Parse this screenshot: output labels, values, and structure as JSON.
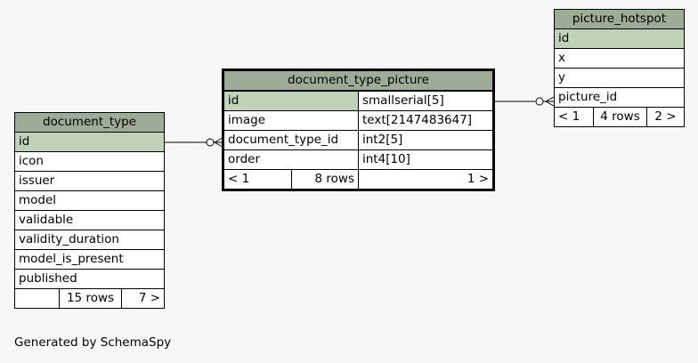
{
  "tables": {
    "document_type": {
      "name": "document_type",
      "columns": [
        "id",
        "icon",
        "issuer",
        "model",
        "validable",
        "validity_duration",
        "model_is_present",
        "published"
      ],
      "footer": {
        "left": "",
        "middle": "15 rows",
        "right": "7 >"
      }
    },
    "document_type_picture": {
      "name": "document_type_picture",
      "columns": [
        {
          "name": "id",
          "type": "smallserial[5]"
        },
        {
          "name": "image",
          "type": "text[2147483647]"
        },
        {
          "name": "document_type_id",
          "type": "int2[5]"
        },
        {
          "name": "order",
          "type": "int4[10]"
        }
      ],
      "footer": {
        "left": "< 1",
        "middle": "8 rows",
        "right": "1 >"
      }
    },
    "picture_hotspot": {
      "name": "picture_hotspot",
      "columns": [
        "id",
        "x",
        "y",
        "picture_id"
      ],
      "footer": {
        "left": "< 1",
        "middle": "4 rows",
        "right": "2 >"
      }
    }
  },
  "colors": {
    "header": "#9eab96",
    "primary_key": "#bfd1b8",
    "background": "#f7f7f7"
  },
  "footer_text": "Generated by SchemaSpy"
}
